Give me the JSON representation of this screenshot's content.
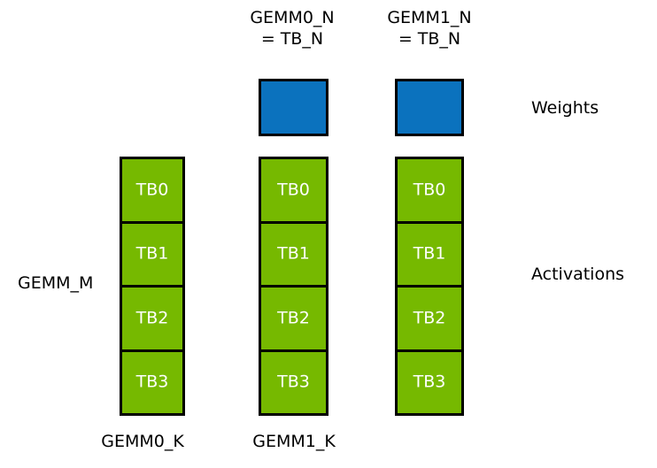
{
  "diagram": {
    "title_labels": {
      "gemm0_n": "GEMM0_N\n= TB_N",
      "gemm1_n": "GEMM1_N\n= TB_N"
    },
    "side_labels": {
      "left_m": "GEMM_M",
      "right_weights": "Weights",
      "right_activations": "Activations"
    },
    "bottom_labels": {
      "gemm0_k": "GEMM0_K",
      "gemm1_k": "GEMM1_K"
    },
    "colors": {
      "weights_fill": "#0b72be",
      "activations_fill": "#76b900",
      "outline": "#000000",
      "background": "#ffffff",
      "cell_text": "#ffffff",
      "label_text": "#000000"
    },
    "weight_blocks": [
      {
        "name": "gemm0-weights",
        "label": ""
      },
      {
        "name": "gemm1-weights",
        "label": ""
      }
    ],
    "activation_columns": [
      {
        "name": "activations-column-0",
        "cells": [
          "TB0",
          "TB1",
          "TB2",
          "TB3"
        ]
      },
      {
        "name": "activations-column-1",
        "cells": [
          "TB0",
          "TB1",
          "TB2",
          "TB3"
        ]
      },
      {
        "name": "activations-column-2",
        "cells": [
          "TB0",
          "TB1",
          "TB2",
          "TB3"
        ]
      }
    ]
  }
}
